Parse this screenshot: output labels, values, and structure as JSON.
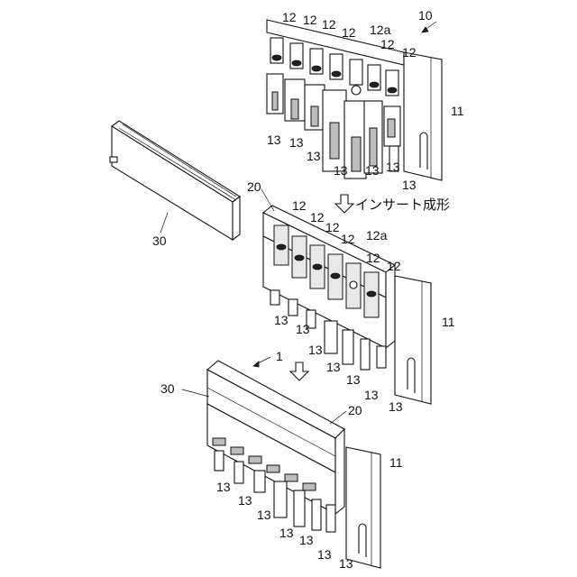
{
  "labels": {
    "ref_10": "10",
    "ref_11_top": "11",
    "ref_12_a": "12",
    "ref_12_b": "12",
    "ref_12_c": "12",
    "ref_12_d": "12",
    "ref_12a_top": "12a",
    "ref_12_e": "12",
    "ref_12_f": "12",
    "ref_13_a": "13",
    "ref_13_b": "13",
    "ref_13_c": "13",
    "ref_13_d": "13",
    "ref_13_e": "13",
    "ref_13_f": "13",
    "ref_13_g": "13",
    "ref_30_left": "30",
    "ref_20_mid": "20",
    "ref_12_m1": "12",
    "ref_12_m2": "12",
    "ref_12_m3": "12",
    "ref_12_m4": "12",
    "ref_12a_mid": "12a",
    "ref_12_m5": "12",
    "ref_12_m6": "12",
    "ref_11_mid": "11",
    "ref_13_m1": "13",
    "ref_13_m2": "13",
    "ref_13_m3": "13",
    "ref_13_m4": "13",
    "ref_13_m5": "13",
    "ref_13_m6": "13",
    "ref_13_m7": "13",
    "insert_molding": "インサート成形",
    "ref_1": "1",
    "ref_30_bottom": "30",
    "ref_20_bottom": "20",
    "ref_11_bottom": "11",
    "ref_13_b1": "13",
    "ref_13_b2": "13",
    "ref_13_b3": "13",
    "ref_13_b4": "13",
    "ref_13_b5": "13",
    "ref_13_b6": "13",
    "ref_13_b7": "13"
  }
}
